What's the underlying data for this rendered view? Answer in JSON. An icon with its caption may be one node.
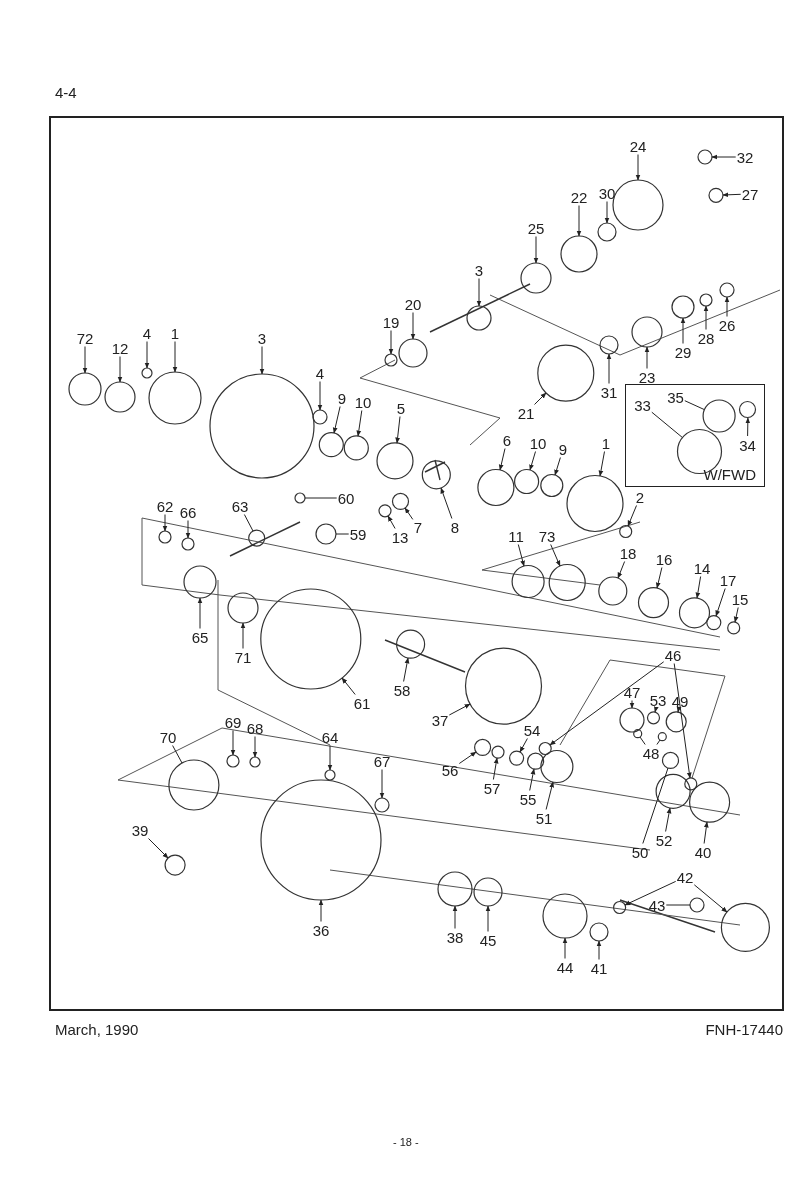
{
  "diagram": {
    "nodes": [
      {
        "text": [
          "24"
        ]
      },
      {
        "text": [
          "32"
        ]
      },
      {
        "text": [
          "22"
        ]
      },
      {
        "text": [
          "30"
        ]
      },
      {
        "text": [
          "27"
        ]
      },
      {
        "text": [
          "25"
        ]
      },
      {
        "text": [
          "3"
        ]
      },
      {
        "text": [
          "20"
        ]
      },
      {
        "text": [
          "19"
        ]
      },
      {
        "text": [
          "72"
        ]
      },
      {
        "text": [
          "4"
        ]
      },
      {
        "text": [
          "1"
        ]
      },
      {
        "text": [
          "12"
        ]
      },
      {
        "text": [
          "3"
        ]
      },
      {
        "text": [
          "26"
        ]
      },
      {
        "text": [
          "28"
        ]
      },
      {
        "text": [
          "29"
        ]
      },
      {
        "text": [
          "4"
        ]
      },
      {
        "text": [
          "23"
        ]
      },
      {
        "text": [
          "W/FWD"
        ]
      },
      {
        "text": [
          "35"
        ],
        "in": 19
      },
      {
        "text": [
          "31"
        ]
      },
      {
        "text": [
          "9"
        ]
      },
      {
        "text": [
          "10"
        ]
      },
      {
        "text": [
          "33"
        ],
        "in": 19
      },
      {
        "text": [
          "5"
        ]
      },
      {
        "text": [
          "21"
        ]
      },
      {
        "text": [
          "6"
        ]
      },
      {
        "text": [
          "10"
        ]
      },
      {
        "text": [
          "34"
        ],
        "in": 19
      },
      {
        "text": [
          "1"
        ]
      },
      {
        "text": [
          "9"
        ]
      },
      {
        "text": [
          "60"
        ]
      },
      {
        "text": [
          "2"
        ]
      },
      {
        "text": [
          "62"
        ]
      },
      {
        "text": [
          "63"
        ]
      },
      {
        "text": [
          "66"
        ]
      },
      {
        "text": [
          "7"
        ]
      },
      {
        "text": [
          "8"
        ]
      },
      {
        "text": [
          "59"
        ]
      },
      {
        "text": [
          "11"
        ]
      },
      {
        "text": [
          "73"
        ]
      },
      {
        "text": [
          "13"
        ]
      },
      {
        "text": [
          "18"
        ]
      },
      {
        "text": [
          "16"
        ]
      },
      {
        "text": [
          "14"
        ]
      },
      {
        "text": [
          "17"
        ]
      },
      {
        "text": [
          "15"
        ]
      },
      {
        "text": [
          "65"
        ]
      },
      {
        "text": [
          "46"
        ]
      },
      {
        "text": [
          "71"
        ]
      },
      {
        "text": [
          "47"
        ]
      },
      {
        "text": [
          "58"
        ]
      },
      {
        "text": [
          "53"
        ]
      },
      {
        "text": [
          "49"
        ]
      },
      {
        "text": [
          "61"
        ]
      },
      {
        "text": [
          "37"
        ]
      },
      {
        "text": [
          "69"
        ]
      },
      {
        "text": [
          "68"
        ]
      },
      {
        "text": [
          "54"
        ]
      },
      {
        "text": [
          "70"
        ]
      },
      {
        "text": [
          "64"
        ]
      },
      {
        "text": [
          "48"
        ]
      },
      {
        "text": [
          "67"
        ]
      },
      {
        "text": [
          "56"
        ]
      },
      {
        "text": [
          "57"
        ]
      },
      {
        "text": [
          "55"
        ]
      },
      {
        "text": [
          "39"
        ]
      },
      {
        "text": [
          "51"
        ]
      },
      {
        "text": [
          "52"
        ]
      },
      {
        "text": [
          "50"
        ]
      },
      {
        "text": [
          "40"
        ]
      },
      {
        "text": [
          "42"
        ]
      },
      {
        "text": [
          "43"
        ]
      },
      {
        "text": [
          "36"
        ]
      },
      {
        "text": [
          "38"
        ]
      },
      {
        "text": [
          "45"
        ]
      },
      {
        "text": [
          "44"
        ]
      },
      {
        "text": [
          "41"
        ]
      },
      {
        "text": [],
        "shape": "circle"
      },
      {
        "text": [],
        "shape": "circle"
      },
      {
        "text": [],
        "shape": "circle"
      },
      {
        "text": [],
        "shape": "circle"
      },
      {
        "text": [],
        "shape": "circle"
      },
      {
        "text": [],
        "shape": "circle"
      },
      {
        "text": [],
        "shape": "circle"
      },
      {
        "text": [],
        "shape": "circle"
      },
      {
        "text": [],
        "shape": "circle"
      },
      {
        "text": [],
        "shape": "circle"
      },
      {
        "text": [],
        "shape": "circle"
      },
      {
        "text": [],
        "shape": "circle"
      },
      {
        "text": [],
        "shape": "circle"
      },
      {
        "text": [],
        "shape": "circle"
      },
      {
        "text": [],
        "shape": "circle"
      },
      {
        "text": [],
        "shape": "circle"
      },
      {
        "text": [],
        "shape": "circle"
      },
      {
        "text": [],
        "shape": "circle"
      },
      {
        "text": [],
        "shape": "circle"
      },
      {
        "text": [],
        "shape": "circle",
        "in": 19
      },
      {
        "text": [],
        "shape": "circle"
      },
      {
        "text": [],
        "shape": "circle"
      },
      {
        "text": [],
        "shape": "circle"
      },
      {
        "text": [],
        "shape": "circle",
        "in": 19
      },
      {
        "text": [],
        "shape": "circle"
      },
      {
        "text": [],
        "shape": "circle"
      },
      {
        "text": [],
        "shape": "circle"
      },
      {
        "text": [],
        "shape": "circle"
      },
      {
        "text": [],
        "shape": "circle",
        "in": 19
      },
      {
        "text": [],
        "shape": "circle"
      },
      {
        "text": [],
        "shape": "circle"
      },
      {
        "text": [],
        "shape": "circle"
      },
      {
        "text": [],
        "shape": "circle"
      },
      {
        "text": [],
        "shape": "circle"
      },
      {
        "text": [],
        "shape": "circle"
      },
      {
        "text": [],
        "shape": "circle"
      },
      {
        "text": [],
        "shape": "circle"
      },
      {
        "text": [],
        "shape": "circle"
      },
      {
        "text": [],
        "shape": "circle"
      },
      {
        "text": [],
        "shape": "circle"
      },
      {
        "text": [],
        "shape": "circle"
      },
      {
        "text": [],
        "shape": "circle"
      },
      {
        "text": [],
        "shape": "circle"
      },
      {
        "text": [],
        "shape": "circle"
      },
      {
        "text": [],
        "shape": "circle"
      },
      {
        "text": [],
        "shape": "circle"
      },
      {
        "text": [],
        "shape": "circle"
      },
      {
        "text": [],
        "shape": "circle"
      },
      {
        "text": [],
        "shape": "circle"
      },
      {
        "text": [],
        "shape": "circle"
      },
      {
        "text": [],
        "shape": "circle"
      },
      {
        "text": [],
        "shape": "circle"
      },
      {
        "text": [],
        "shape": "circle"
      },
      {
        "text": [],
        "shape": "circle"
      },
      {
        "text": [],
        "shape": "circle"
      },
      {
        "text": [],
        "shape": "circle"
      },
      {
        "text": [],
        "shape": "circle"
      },
      {
        "text": [],
        "shape": "circle"
      },
      {
        "text": [],
        "shape": "circle"
      },
      {
        "text": [],
        "shape": "circle"
      },
      {
        "text": [],
        "shape": "circle"
      },
      {
        "text": [],
        "shape": "circle"
      },
      {
        "text": [],
        "shape": "circle"
      },
      {
        "text": [],
        "shape": "circle"
      },
      {
        "text": [],
        "shape": "circle"
      },
      {
        "text": [],
        "shape": "circle"
      },
      {
        "text": [],
        "shape": "circle"
      },
      {
        "text": [],
        "shape": "circle"
      },
      {
        "text": [],
        "shape": "circle"
      },
      {
        "text": [],
        "shape": "circle"
      },
      {
        "text": [],
        "shape": "circle"
      },
      {
        "text": [],
        "shape": "circle"
      },
      {
        "text": [],
        "shape": "circle"
      },
      {
        "text": [],
        "shape": "circle"
      },
      {
        "text": [],
        "shape": "circle"
      },
      {
        "text": [],
        "shape": "circle"
      },
      {
        "text": [],
        "shape": "circle"
      },
      {
        "text": [],
        "shape": "circle"
      },
      {
        "text": [],
        "shape": "circle"
      },
      {
        "text": [],
        "shape": "circle"
      },
      {
        "text": [],
        "shape": "circle"
      }
    ],
    "edges": [
      {
        "from": 0,
        "to": 79,
        "arrow": "to"
      },
      {
        "from": 1,
        "to": 80,
        "arrow": "to"
      },
      {
        "from": 2,
        "to": 81,
        "arrow": "to"
      },
      {
        "from": 3,
        "to": 82,
        "arrow": "to"
      },
      {
        "from": 4,
        "to": 83,
        "arrow": "to"
      },
      {
        "from": 5,
        "to": 84,
        "arrow": "to"
      },
      {
        "from": 6,
        "to": 85,
        "arrow": "to"
      },
      {
        "from": 7,
        "to": 86,
        "arrow": "to"
      },
      {
        "from": 8,
        "to": 87,
        "arrow": "to"
      },
      {
        "from": 9,
        "to": 88,
        "arrow": "to"
      },
      {
        "from": 10,
        "to": 89,
        "arrow": "to"
      },
      {
        "from": 11,
        "to": 90,
        "arrow": "to"
      },
      {
        "from": 12,
        "to": 91,
        "arrow": "to"
      },
      {
        "from": 13,
        "to": 92,
        "arrow": "to"
      },
      {
        "from": 14,
        "to": 93,
        "arrow": "to"
      },
      {
        "from": 15,
        "to": 94,
        "arrow": "to"
      },
      {
        "from": 16,
        "to": 95,
        "arrow": "to"
      },
      {
        "from": 17,
        "to": 96,
        "arrow": "to"
      },
      {
        "from": 18,
        "to": 97,
        "arrow": "to"
      },
      {
        "from": 20,
        "to": 98,
        "arrow": "none"
      },
      {
        "from": 21,
        "to": 99,
        "arrow": "to"
      },
      {
        "from": 22,
        "to": 100,
        "arrow": "to"
      },
      {
        "from": 23,
        "to": 101,
        "arrow": "to"
      },
      {
        "from": 24,
        "to": 102,
        "arrow": "none"
      },
      {
        "from": 25,
        "to": 103,
        "arrow": "to"
      },
      {
        "from": 26,
        "to": 104,
        "arrow": "to"
      },
      {
        "from": 27,
        "to": 105,
        "arrow": "to"
      },
      {
        "from": 28,
        "to": 106,
        "arrow": "to"
      },
      {
        "from": 29,
        "to": 107,
        "arrow": "to"
      },
      {
        "from": 30,
        "to": 108,
        "arrow": "to"
      },
      {
        "from": 31,
        "to": 109,
        "arrow": "to"
      },
      {
        "from": 32,
        "to": 110,
        "arrow": "none"
      },
      {
        "from": 33,
        "to": 111,
        "arrow": "to"
      },
      {
        "from": 34,
        "to": 112,
        "arrow": "to"
      },
      {
        "from": 35,
        "to": 113,
        "arrow": "none"
      },
      {
        "from": 36,
        "to": 114,
        "arrow": "to"
      },
      {
        "from": 37,
        "to": 115,
        "arrow": "to"
      },
      {
        "from": 38,
        "to": 116,
        "arrow": "to"
      },
      {
        "from": 39,
        "to": 117,
        "arrow": "none"
      },
      {
        "from": 40,
        "to": 118,
        "arrow": "to"
      },
      {
        "from": 41,
        "to": 119,
        "arrow": "to"
      },
      {
        "from": 42,
        "to": 120,
        "arrow": "to"
      },
      {
        "from": 43,
        "to": 121,
        "arrow": "to"
      },
      {
        "from": 44,
        "to": 122,
        "arrow": "to"
      },
      {
        "from": 45,
        "to": 123,
        "arrow": "to"
      },
      {
        "from": 46,
        "to": 124,
        "arrow": "to"
      },
      {
        "from": 47,
        "to": 125,
        "arrow": "to"
      },
      {
        "from": 48,
        "to": 126,
        "arrow": "to"
      },
      {
        "from": 49,
        "to": 127,
        "arrow": "to"
      },
      {
        "from": 49,
        "to": 128,
        "arrow": "to"
      },
      {
        "from": 50,
        "to": 129,
        "arrow": "to"
      },
      {
        "from": 51,
        "to": 130,
        "arrow": "to"
      },
      {
        "from": 52,
        "to": 131,
        "arrow": "to"
      },
      {
        "from": 53,
        "to": 132,
        "arrow": "to"
      },
      {
        "from": 54,
        "to": 133,
        "arrow": "to"
      },
      {
        "from": 55,
        "to": 134,
        "arrow": "to"
      },
      {
        "from": 56,
        "to": 135,
        "arrow": "to"
      },
      {
        "from": 57,
        "to": 136,
        "arrow": "to"
      },
      {
        "from": 58,
        "to": 137,
        "arrow": "to"
      },
      {
        "from": 59,
        "to": 138,
        "arrow": "to"
      },
      {
        "from": 60,
        "to": 139,
        "arrow": "none"
      },
      {
        "from": 61,
        "to": 140,
        "arrow": "to"
      },
      {
        "from": 62,
        "to": 141,
        "arrow": "none"
      },
      {
        "from": 62,
        "to": 142,
        "arrow": "none"
      },
      {
        "from": 63,
        "to": 143,
        "arrow": "to"
      },
      {
        "from": 64,
        "to": 144,
        "arrow": "to"
      },
      {
        "from": 65,
        "to": 145,
        "arrow": "to"
      },
      {
        "from": 66,
        "to": 146,
        "arrow": "to"
      },
      {
        "from": 67,
        "to": 147,
        "arrow": "to"
      },
      {
        "from": 68,
        "to": 148,
        "arrow": "to"
      },
      {
        "from": 69,
        "to": 149,
        "arrow": "to"
      },
      {
        "from": 70,
        "to": 150,
        "arrow": "none"
      },
      {
        "from": 71,
        "to": 151,
        "arrow": "to"
      },
      {
        "from": 72,
        "to": 152,
        "arrow": "to"
      },
      {
        "from": 72,
        "to": 153,
        "arrow": "to"
      },
      {
        "from": 73,
        "to": 154,
        "arrow": "none"
      },
      {
        "from": 74,
        "to": 155,
        "arrow": "to"
      },
      {
        "from": 75,
        "to": 156,
        "arrow": "to"
      },
      {
        "from": 76,
        "to": 157,
        "arrow": "to"
      },
      {
        "from": 77,
        "to": 158,
        "arrow": "to"
      },
      {
        "from": 78,
        "to": 159,
        "arrow": "to"
      }
    ],
    "labels": [
      "4-4",
      "March, 1990",
      "FNH-17440",
      "- 18 -"
    ]
  }
}
